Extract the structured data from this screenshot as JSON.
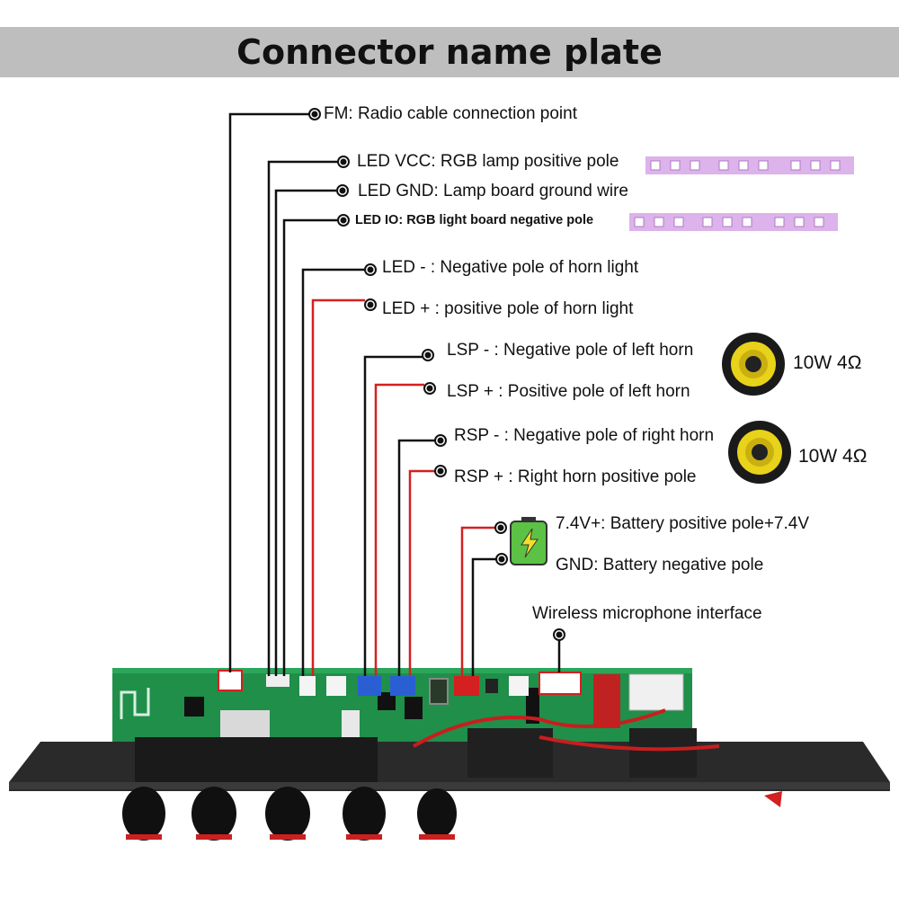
{
  "title": "Connector name plate",
  "labels": {
    "fm": "FM: Radio cable connection point",
    "led_vcc": "LED VCC: RGB lamp positive pole",
    "led_gnd": "LED GND: Lamp board ground wire",
    "led_io": "LED IO: RGB light board negative pole",
    "led_minus": "LED - : Negative pole of horn light",
    "led_plus": "LED + : positive pole of horn light",
    "lsp_minus": "LSP - : Negative pole of left horn",
    "lsp_plus": "LSP + : Positive pole of left horn",
    "rsp_minus": "RSP - : Negative pole of right horn",
    "rsp_plus": "RSP + : Right horn positive pole",
    "bat_plus": "7.4V+: Battery positive pole+7.4V",
    "bat_gnd": "GND: Battery negative pole",
    "mic": "Wireless microphone interface"
  },
  "speakers": {
    "left_rating": "10W 4Ω",
    "right_rating": "10W 4Ω"
  },
  "colors": {
    "black_wire": "#111111",
    "red_wire": "#d42020",
    "pcb_green": "#1f8f4a",
    "led_strip": "#d9a8e8"
  }
}
